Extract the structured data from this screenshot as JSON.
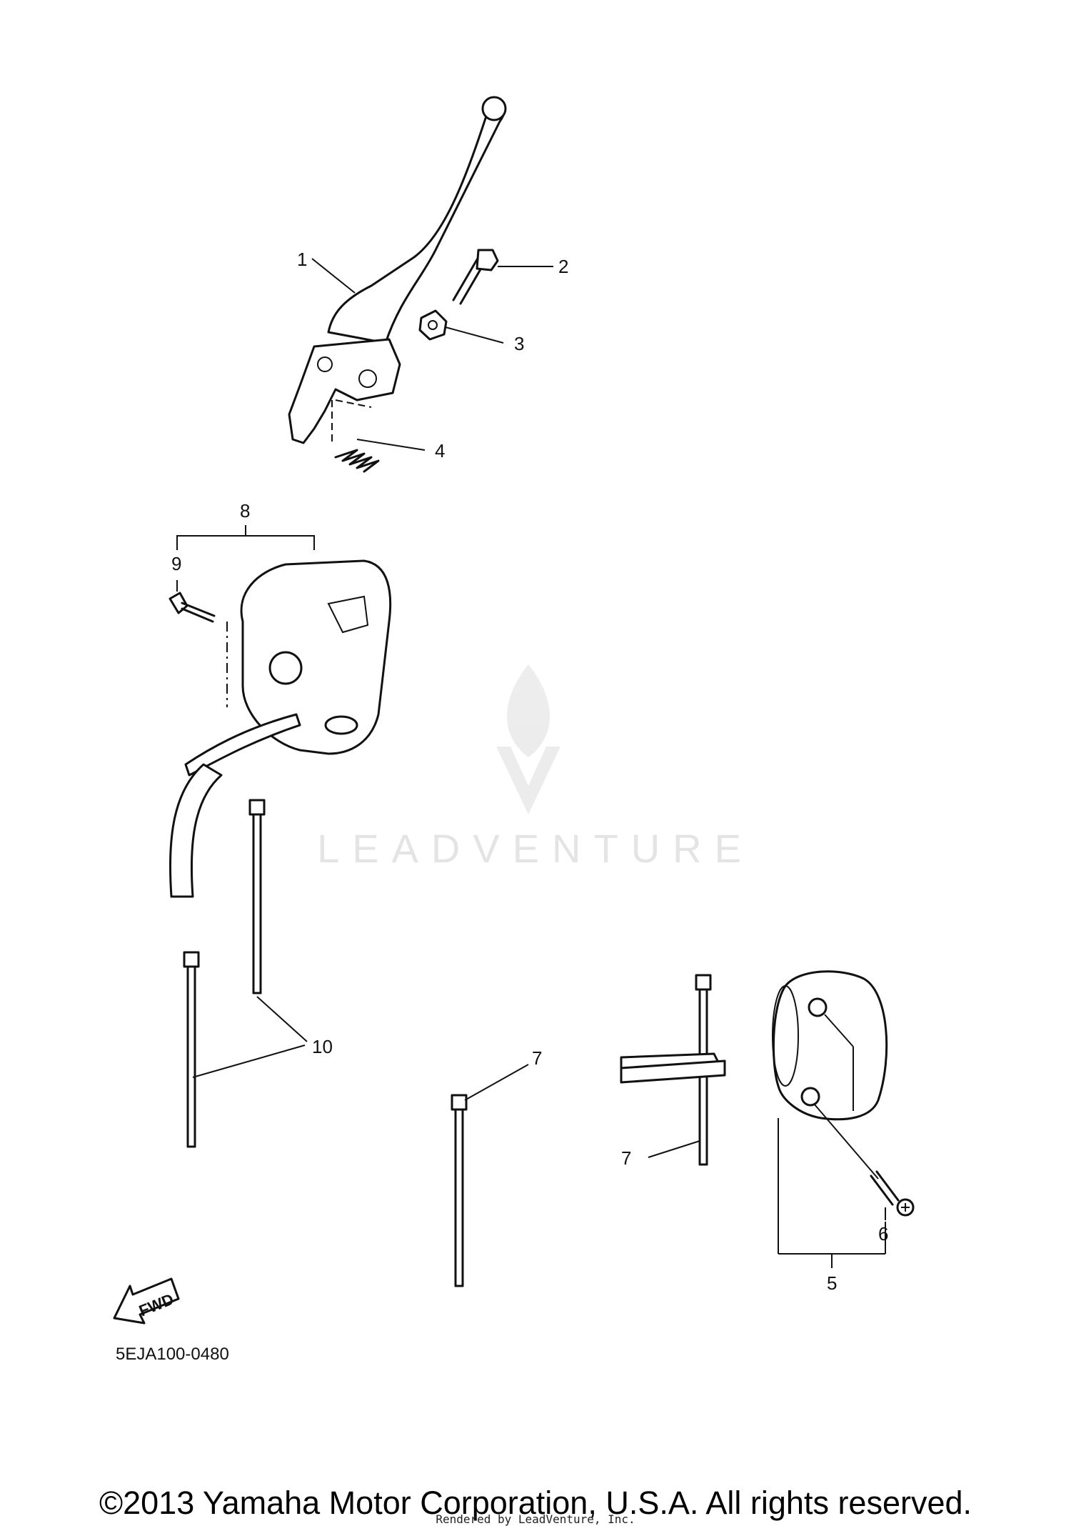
{
  "callouts": {
    "c1": "1",
    "c2": "2",
    "c3": "3",
    "c4": "4",
    "c5": "5",
    "c6": "6",
    "c7a": "7",
    "c7b": "7",
    "c8": "8",
    "c9": "9",
    "c10": "10"
  },
  "fwd_arrow": {
    "label": "FWD"
  },
  "diagram_code": "5EJA100-0480",
  "watermark": {
    "text": "LEADVENTURE"
  },
  "footer": {
    "copyright": "©2013 Yamaha Motor Corporation, U.S.A. All rights reserved.",
    "rendered_by": "Rendered by LeadVenture, Inc."
  }
}
